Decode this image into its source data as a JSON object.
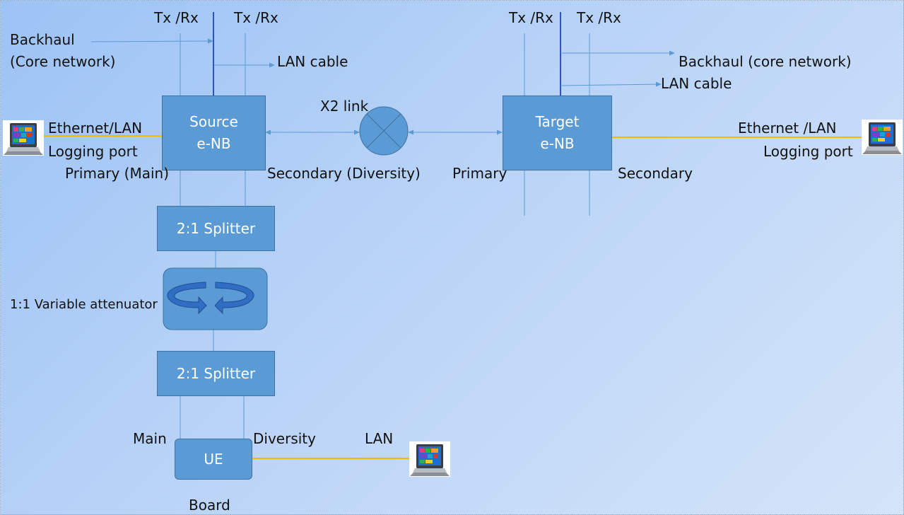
{
  "source_enb": {
    "line1": "Source",
    "line2": "e-NB"
  },
  "target_enb": {
    "line1": "Target",
    "line2": "e-NB"
  },
  "splitter_top": "2:1 Splitter",
  "splitter_bottom": "2:1 Splitter",
  "ue": "UE",
  "labels": {
    "txrx_1": "Tx /Rx",
    "txrx_2": "Tx /Rx",
    "txrx_3": "Tx /Rx",
    "txrx_4": "Tx /Rx",
    "backhaul_left_1": "Backhaul",
    "backhaul_left_2": "(Core network)",
    "lan_cable_left": "LAN cable",
    "backhaul_right": "Backhaul (core network)",
    "lan_cable_right": "LAN cable",
    "x2_link": "X2 link",
    "ethernet_left": "Ethernet/LAN",
    "logging_left": "Logging port",
    "ethernet_right": "Ethernet /LAN",
    "logging_right": "Logging port",
    "primary_main": "Primary (Main)",
    "secondary_diversity": "Secondary (Diversity)",
    "primary": "Primary",
    "secondary": "Secondary",
    "attenuator": "1:1 Variable attenuator",
    "main": "Main",
    "diversity": "Diversity",
    "lan": "LAN",
    "board": "Board"
  },
  "colors": {
    "box_fill": "#5b9bd5",
    "box_border": "#41719c",
    "wire": "#5b9bd5",
    "ethernet": "#f5b800"
  }
}
